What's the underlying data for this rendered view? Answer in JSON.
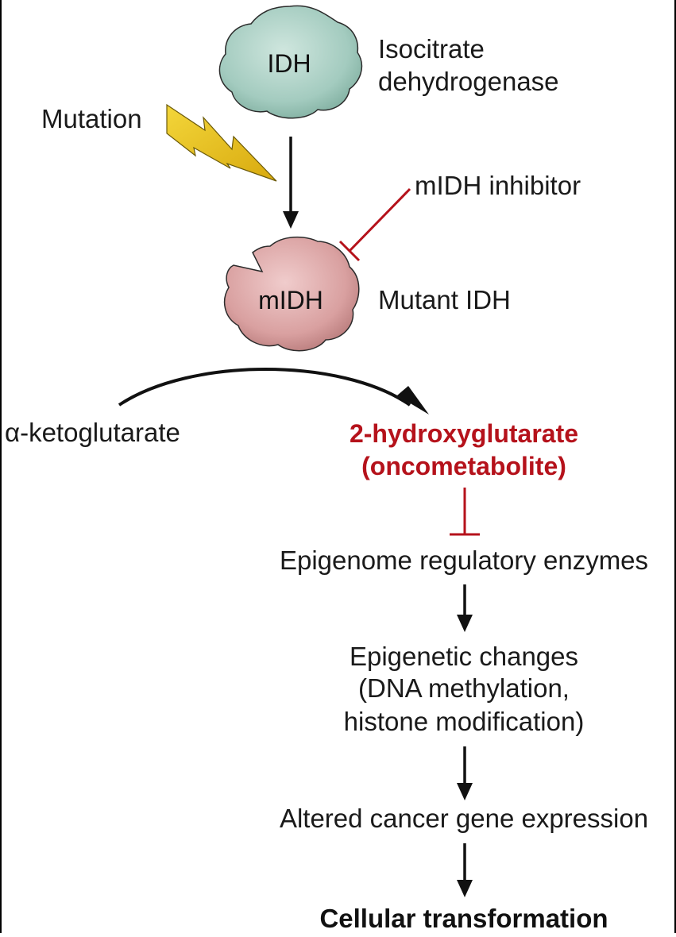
{
  "enzyme": {
    "short": "IDH",
    "name_line1": "Isocitrate",
    "name_line2": "dehydrogenase"
  },
  "mutation_label": "Mutation",
  "inhibitor_label": "mIDH inhibitor",
  "mutant": {
    "short": "mIDH",
    "name": "Mutant IDH"
  },
  "substrate_label": "α-ketoglutarate",
  "product": {
    "line1": "2-hydroxyglutarate",
    "line2": "(oncometabolite)"
  },
  "cascade": {
    "step1": "Epigenome regulatory enzymes",
    "step2_line1": "Epigenetic changes",
    "step2_line2": "(DNA methylation,",
    "step2_line3": "histone modification)",
    "step3": "Altered cancer gene expression",
    "step4": "Cellular transformation"
  },
  "colors": {
    "idh_fill": "#a9cfc4",
    "midh_fill": "#d9a3a3",
    "inhibit_red": "#b5121b",
    "lightning": "#e8c11a"
  }
}
